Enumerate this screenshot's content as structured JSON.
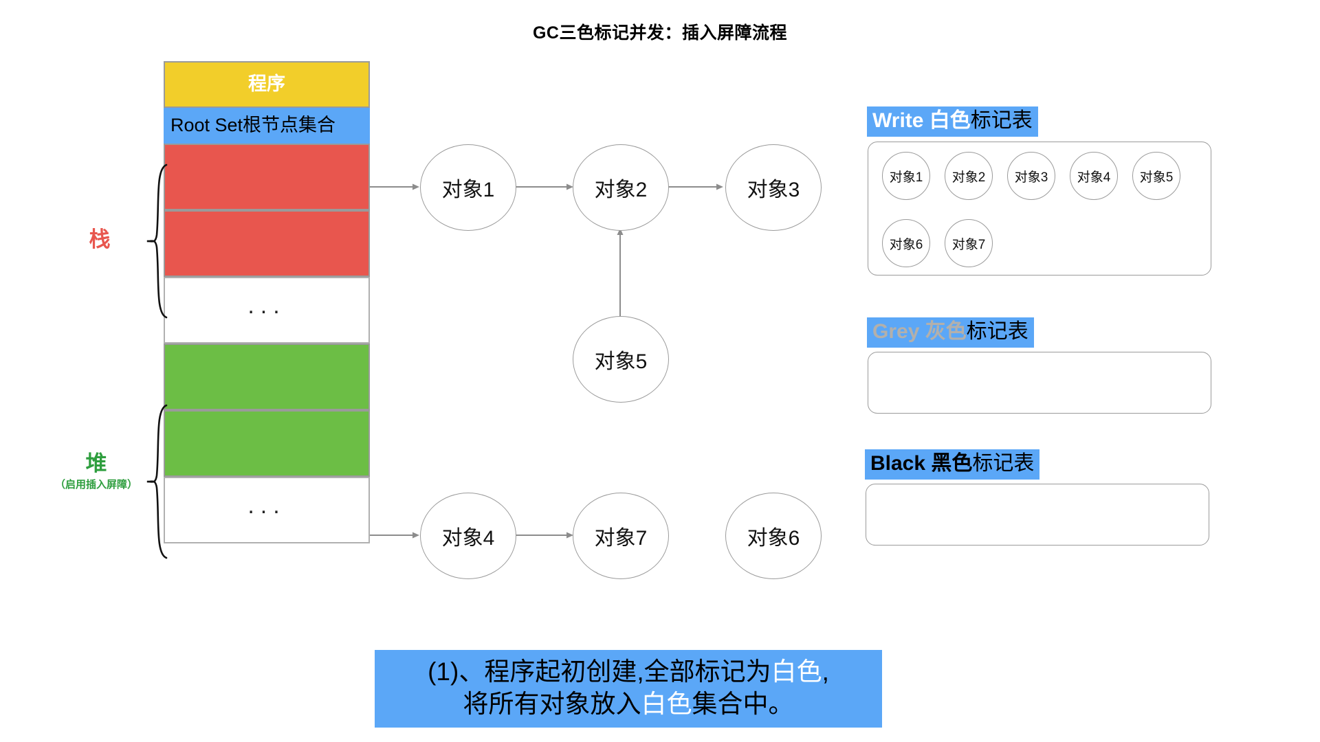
{
  "title": "GC三色标记并发：插入屏障流程",
  "memory_column": {
    "cells": [
      {
        "name": "program",
        "label": "程序",
        "kind": "yellow"
      },
      {
        "name": "root-set",
        "label": "Root Set根节点集合",
        "kind": "blue"
      },
      {
        "name": "stack-slot-1",
        "label": "",
        "kind": "red"
      },
      {
        "name": "stack-slot-2",
        "label": "",
        "kind": "red"
      },
      {
        "name": "stack-ellipsis",
        "label": "...",
        "kind": "empty"
      },
      {
        "name": "heap-slot-1",
        "label": "",
        "kind": "green"
      },
      {
        "name": "heap-slot-2",
        "label": "",
        "kind": "green"
      },
      {
        "name": "heap-ellipsis",
        "label": "...",
        "kind": "empty"
      }
    ]
  },
  "side_labels": {
    "stack": {
      "main": "栈",
      "sub": ""
    },
    "heap": {
      "main": "堆",
      "sub": "（启用插入屏障）"
    }
  },
  "graph": {
    "nodes": [
      {
        "id": "obj1",
        "label": "对象1"
      },
      {
        "id": "obj2",
        "label": "对象2"
      },
      {
        "id": "obj3",
        "label": "对象3"
      },
      {
        "id": "obj5",
        "label": "对象5"
      },
      {
        "id": "obj4",
        "label": "对象4"
      },
      {
        "id": "obj7",
        "label": "对象7"
      },
      {
        "id": "obj6",
        "label": "对象6"
      }
    ],
    "edges": [
      {
        "from": "root-set",
        "to": "obj1"
      },
      {
        "from": "obj1",
        "to": "obj2"
      },
      {
        "from": "obj2",
        "to": "obj3"
      },
      {
        "from": "obj5",
        "to": "obj2"
      },
      {
        "from": "heap-slot-2",
        "to": "obj4"
      },
      {
        "from": "obj4",
        "to": "obj7"
      }
    ]
  },
  "mark_tables": [
    {
      "id": "white",
      "header_en": "Write 白色",
      "header_tail": "标记表",
      "items": [
        "对象1",
        "对象2",
        "对象3",
        "对象4",
        "对象5",
        "对象6",
        "对象7"
      ]
    },
    {
      "id": "grey",
      "header_en": "Grey 灰色",
      "header_tail": "标记表",
      "items": []
    },
    {
      "id": "black",
      "header_en": "Black 黑色",
      "header_tail": "标记表",
      "items": []
    }
  ],
  "caption": {
    "line1_pre": "(1)、程序起初创建,全部标记为",
    "line1_hl": "白色",
    "line1_post": ",",
    "line2_pre": "将所有对象放入",
    "line2_hl": "白色",
    "line2_post": "集合中。"
  },
  "colors": {
    "yellow": "#F2CE2A",
    "blue": "#5BA7F7",
    "red": "#E8564E",
    "green": "#6CBE45",
    "stroke": "#9a9a9a",
    "grey_text": "#b3b0ab",
    "heap_label": "#2E9E3E"
  }
}
